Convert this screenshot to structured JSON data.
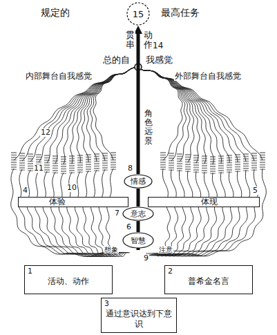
{
  "diagram": {
    "nodes": [
      {
        "text": [
          "15"
        ]
      },
      {
        "text": [
          "情感"
        ]
      },
      {
        "text": [
          "体验"
        ]
      },
      {
        "text": [
          "意志"
        ]
      },
      {
        "text": [
          "体现"
        ]
      },
      {
        "text": [
          "智慧"
        ]
      },
      {
        "text": [
          "1",
          "活动、动作"
        ]
      },
      {
        "text": [
          "2",
          "普希金名言"
        ]
      },
      {
        "text": [
          "3",
          "通过意识达到下意识"
        ]
      }
    ],
    "edges": [
      {
        "from": 5,
        "to": 3,
        "arrow": "none"
      },
      {
        "from": 3,
        "to": 1,
        "arrow": "none"
      },
      {
        "from": 1,
        "to": 0,
        "arrow": "to"
      }
    ],
    "labels": [
      "规定的",
      "最高任务",
      "贯串",
      "动作",
      "14",
      "总的自",
      "我感觉",
      "内部舞台自我感觉",
      "外部舞台自我感觉",
      "角色远景",
      "12",
      "11",
      "10",
      "8",
      "4",
      "5",
      "7",
      "6",
      "想象",
      "注意",
      "9"
    ]
  }
}
